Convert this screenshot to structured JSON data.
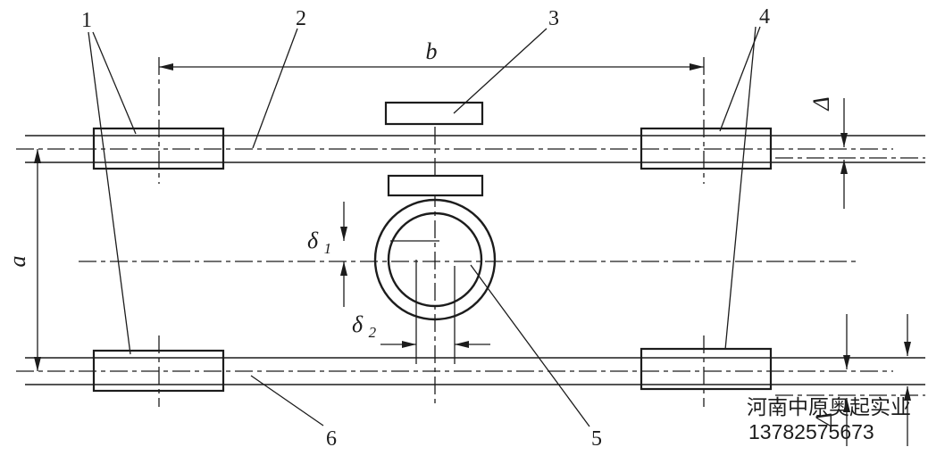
{
  "diagram": {
    "background": "#ffffff",
    "line_color": "#1c1c1c",
    "part_labels": [
      "1",
      "2",
      "3",
      "4",
      "5",
      "6"
    ],
    "dimensions": {
      "span": "b",
      "wheel_base": "a",
      "delta_top": "Δ",
      "delta_bottom": "Δ",
      "delta1_main": "δ",
      "delta1_sub": "1",
      "delta2_main": "δ",
      "delta2_sub": "2"
    },
    "watermark": {
      "company": "河南中原奥起实业",
      "phone": "13782575673",
      "color": "#2ba8a2"
    }
  }
}
